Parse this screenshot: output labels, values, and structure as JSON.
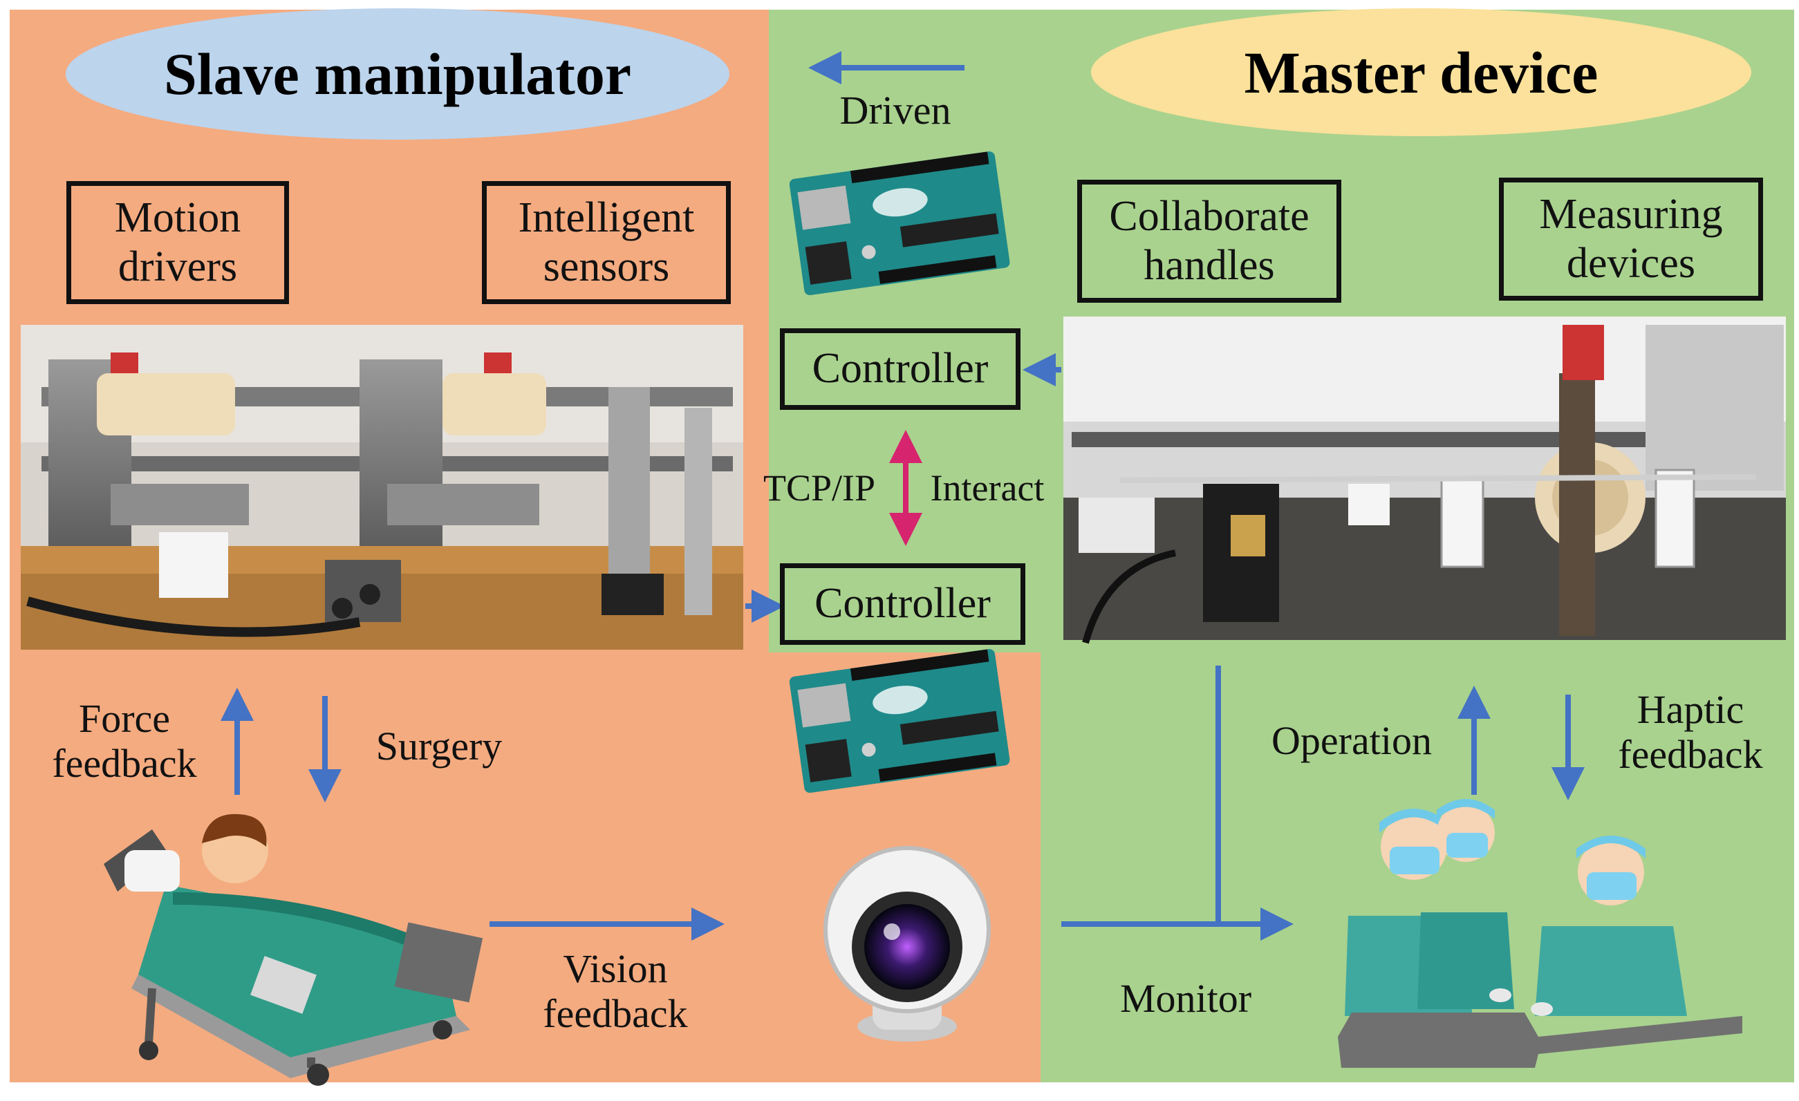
{
  "colors": {
    "slave_bg": "#f4ab80",
    "master_bg": "#a9d28e",
    "slave_title_bg": "#bcd4ec",
    "master_title_bg": "#fbe19b",
    "arrow_blue": "#4472c4",
    "arrow_pink": "#d6246e"
  },
  "slave": {
    "title": "Slave manipulator",
    "box_motion_line1": "Motion",
    "box_motion_line2": "drivers",
    "box_sensors_line1": "Intelligent",
    "box_sensors_line2": "sensors",
    "force_line1": "Force",
    "force_line2": "feedback",
    "surgery": "Surgery",
    "vision_line1": "Vision",
    "vision_line2": "feedback"
  },
  "center": {
    "driven": "Driven",
    "controller_top": "Controller",
    "tcp": "TCP/IP",
    "interact": "Interact",
    "controller_bottom": "Controller"
  },
  "master": {
    "title": "Master device",
    "box_handles_line1": "Collaborate",
    "box_handles_line2": "handles",
    "box_measure_line1": "Measuring",
    "box_measure_line2": "devices",
    "operation": "Operation",
    "haptic_line1": "Haptic",
    "haptic_line2": "feedback",
    "monitor": "Monitor"
  }
}
